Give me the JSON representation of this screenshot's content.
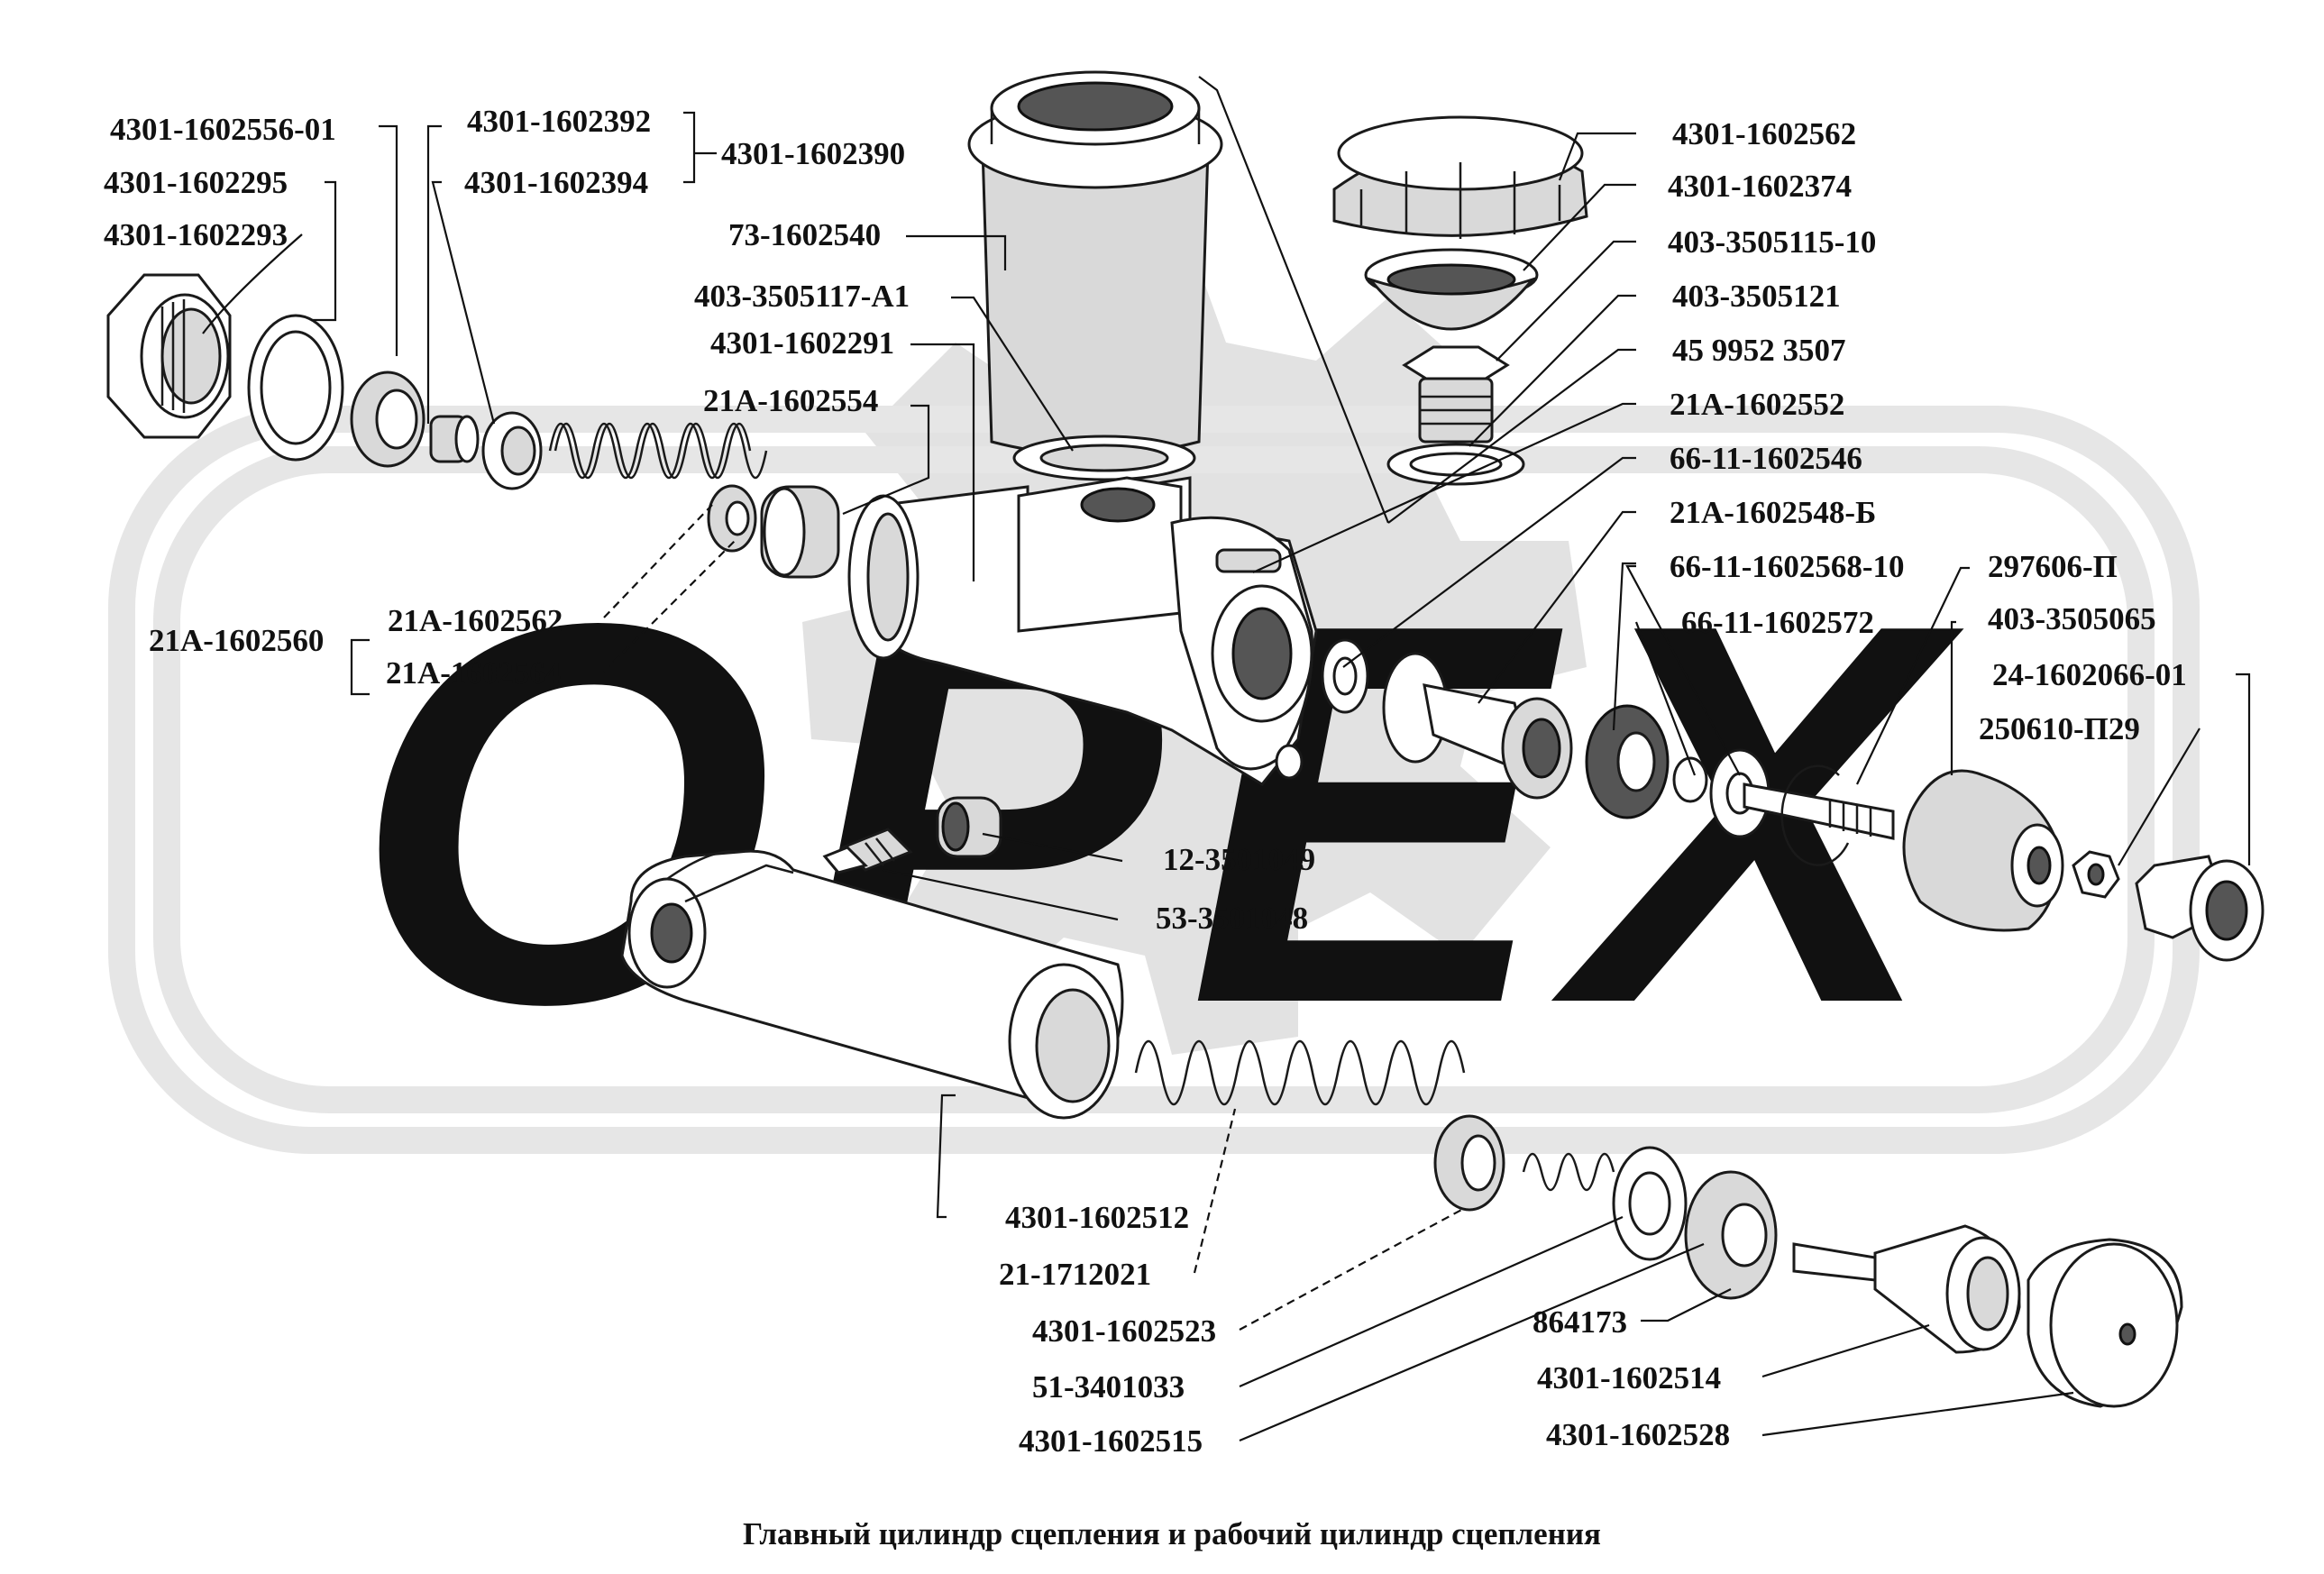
{
  "watermark": {
    "text": "ОРЕХ",
    "color": "#d6d6d6"
  },
  "title": "Главный цилиндр сцепления и  рабочий цилиндр сцепления",
  "labels": [
    "4301-1602556-01",
    "4301-1602392",
    "4301-1602390",
    "4301-1602394",
    "4301-1602295",
    "4301-1602293",
    "73-1602540",
    "403-3505117-А1",
    "4301-1602291",
    "21А-1602554",
    "4301-1602562",
    "4301-1602374",
    "403-3505115-10",
    "403-3505121",
    "45 9952 3507",
    "21А-1602552",
    "66-11-1602546",
    "21А-1602548-Б",
    "66-11-1602568-10",
    "297606-П",
    "66-11-1602572",
    "403-3505065",
    "24-1602066-01",
    "250610-П29",
    "21А-1602560",
    "21А-1602562",
    "21А-1602564",
    "12-3501049",
    "53-3501048",
    "4301-1602512",
    "21-1712021",
    "4301-1602523",
    "51-3401033",
    "4301-1602515",
    "864173",
    "4301-1602514",
    "4301-1602528"
  ]
}
